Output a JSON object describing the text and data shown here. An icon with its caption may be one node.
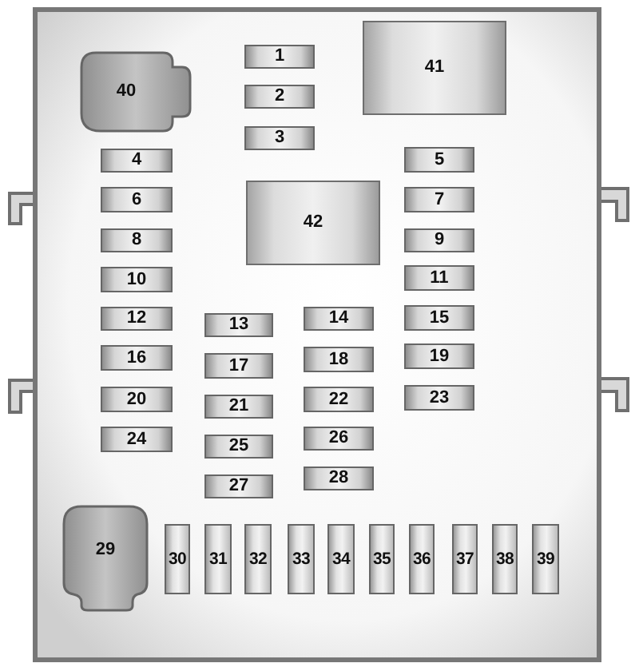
{
  "diagram": {
    "nodes": [
      {
        "text": [
          "40"
        ]
      },
      {
        "text": [
          "1"
        ]
      },
      {
        "text": [
          "41"
        ]
      },
      {
        "text": [
          "2"
        ]
      },
      {
        "text": [
          "3"
        ]
      },
      {
        "text": [
          "4"
        ]
      },
      {
        "text": [
          "5"
        ]
      },
      {
        "text": [
          "6"
        ]
      },
      {
        "text": [
          "42"
        ]
      },
      {
        "text": [
          "7"
        ]
      },
      {
        "text": [
          "8"
        ]
      },
      {
        "text": [
          "9"
        ]
      },
      {
        "text": [
          "10"
        ]
      },
      {
        "text": [
          "11"
        ]
      },
      {
        "text": [
          "12"
        ]
      },
      {
        "text": [
          "13"
        ]
      },
      {
        "text": [
          "14"
        ]
      },
      {
        "text": [
          "15"
        ]
      },
      {
        "text": [
          "16"
        ]
      },
      {
        "text": [
          "17"
        ]
      },
      {
        "text": [
          "18"
        ]
      },
      {
        "text": [
          "19"
        ]
      },
      {
        "text": [
          "20"
        ]
      },
      {
        "text": [
          "21"
        ]
      },
      {
        "text": [
          "22"
        ]
      },
      {
        "text": [
          "23"
        ]
      },
      {
        "text": [
          "24"
        ]
      },
      {
        "text": [
          "25"
        ]
      },
      {
        "text": [
          "26"
        ]
      },
      {
        "text": [
          "27"
        ]
      },
      {
        "text": [
          "28"
        ]
      },
      {
        "text": [
          "29"
        ]
      },
      {
        "text": [
          "30"
        ]
      },
      {
        "text": [
          "31"
        ]
      },
      {
        "text": [
          "32"
        ]
      },
      {
        "text": [
          "33"
        ]
      },
      {
        "text": [
          "34"
        ]
      },
      {
        "text": [
          "35"
        ]
      },
      {
        "text": [
          "36"
        ]
      },
      {
        "text": [
          "37"
        ]
      },
      {
        "text": [
          "38"
        ]
      },
      {
        "text": [
          "39"
        ]
      }
    ]
  }
}
